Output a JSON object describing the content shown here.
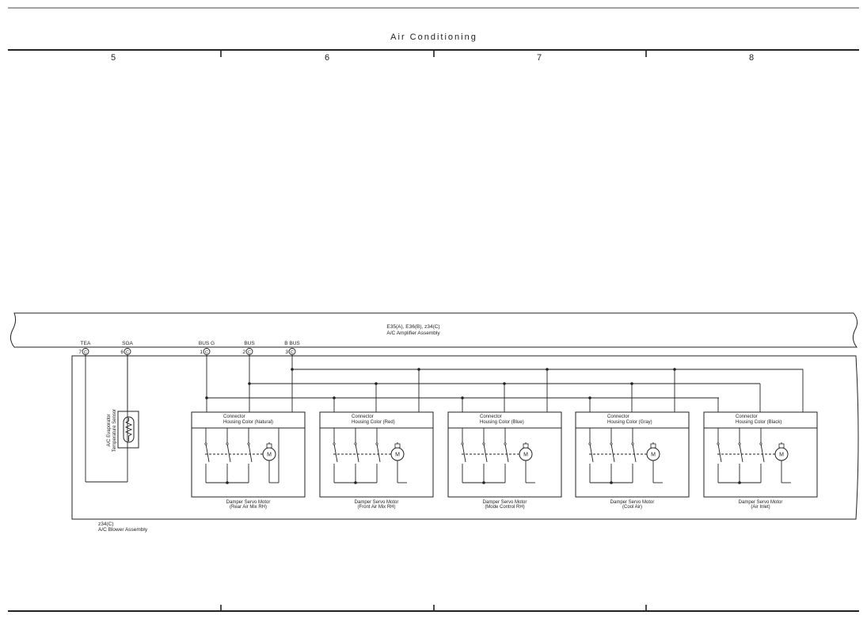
{
  "title": "Air Conditioning",
  "columns": [
    "5",
    "6",
    "7",
    "8"
  ],
  "amplifier": {
    "connector_ref": "E35(A), E36(B), z34(C)",
    "name": "A/C Amplifier Assembly"
  },
  "terminals": [
    {
      "label": "TEA",
      "pin": "7",
      "conn": "C"
    },
    {
      "label": "SGA",
      "pin": "6",
      "conn": "C"
    },
    {
      "label": "BUS G",
      "pin": "1",
      "conn": "C"
    },
    {
      "label": "BUS",
      "pin": "2",
      "conn": "C"
    },
    {
      "label": "B BUS",
      "pin": "3",
      "conn": "C"
    }
  ],
  "sensor": {
    "line1": "A/C Evaporator",
    "line2": "Temperature Sensor"
  },
  "motors": [
    {
      "hdr1": "Connector",
      "hdr2": "Housing Color (Natural)",
      "name": "Damper Servo Motor",
      "sub": "(Rear Air Mix RH)",
      "glyph": "M"
    },
    {
      "hdr1": "Connector",
      "hdr2": "Housing Color (Red)",
      "name": "Damper Servo Motor",
      "sub": "(Front Air Mix RH)",
      "glyph": "M"
    },
    {
      "hdr1": "Connector",
      "hdr2": "Housing Color (Blue)",
      "name": "Damper Servo Motor",
      "sub": "(Mode Control RH)",
      "glyph": "M"
    },
    {
      "hdr1": "Connector",
      "hdr2": "Housing Color (Gray)",
      "name": "Damper Servo Motor",
      "sub": "(Cool Air)",
      "glyph": "M"
    },
    {
      "hdr1": "Connector",
      "hdr2": "Housing Color (Black)",
      "name": "Damper Servo Motor",
      "sub": "(Air Inlet)",
      "glyph": "M"
    }
  ],
  "blower": {
    "connector_ref": "z34(C)",
    "name": "A/C Blower Assembly"
  }
}
